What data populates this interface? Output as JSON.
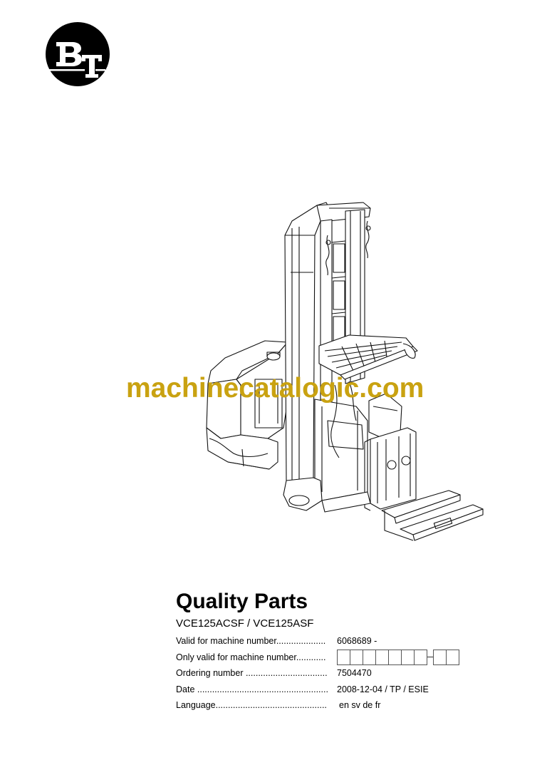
{
  "logo": {
    "text": "BT",
    "icon": "bt-logo-icon",
    "bg_color": "#000000",
    "fg_color": "#ffffff"
  },
  "illustration": {
    "subject": "order-picker-truck-line-drawing"
  },
  "watermark": {
    "text": "machinecatalogic.com",
    "color": "#c9a211"
  },
  "document": {
    "title": "Quality Parts",
    "models": "VCE125ACSF / VCE125ASF",
    "fields": [
      {
        "label": "Valid for machine number....................",
        "value": "6068689 -"
      },
      {
        "label": "Only valid for machine number............",
        "value": ""
      },
      {
        "label": "Ordering number .................................",
        "value": "7504470"
      },
      {
        "label": "Date .....................................................",
        "value": "2008-12-04 / TP / ESIE"
      },
      {
        "label": "Language.............................................",
        "value": "en sv de fr"
      }
    ],
    "machine_number_boxes": {
      "first_group": 7,
      "second_group": 2
    }
  }
}
